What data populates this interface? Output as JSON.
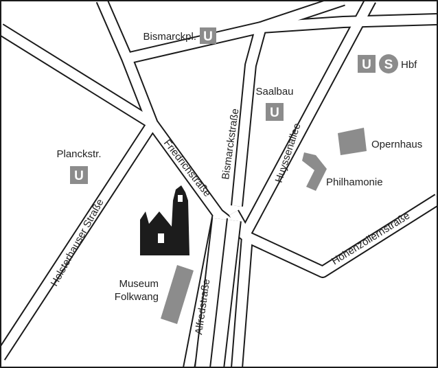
{
  "colors": {
    "background": "#ffffff",
    "road_outline": "#1a1a1a",
    "building": "#8c8c8c",
    "landmark": "#1c1c1c",
    "badge": "#8c8c8c",
    "frame": "#1a1a1a"
  },
  "streets": {
    "friedrichstrasse": "Friedrichstraße",
    "bismarckstrasse": "Bismarckstraße",
    "huyssenallee": "Huyssenallee",
    "holsterhauser": "Holsterhauser Straße",
    "alfredstrasse": "Alfredstraße",
    "hohenzollernstrasse": "Hohenzollernstraße"
  },
  "stations": {
    "bismarckpl": {
      "name": "Bismarckpl.",
      "badge": "U"
    },
    "saalbau": {
      "name": "Saalbau",
      "badge": "U"
    },
    "planckstr": {
      "name": "Planckstr.",
      "badge": "U"
    },
    "hbf": {
      "name": "Hbf",
      "badge_u": "U",
      "badge_s": "S"
    }
  },
  "places": {
    "opernhaus": "Opernhaus",
    "philhamonie": "Philhamonie",
    "museum_line1": "Museum",
    "museum_line2": "Folkwang"
  },
  "icons": {
    "landmark": "church-landmark-icon",
    "u_bahn": "u-bahn-icon",
    "s_bahn": "s-bahn-icon"
  }
}
